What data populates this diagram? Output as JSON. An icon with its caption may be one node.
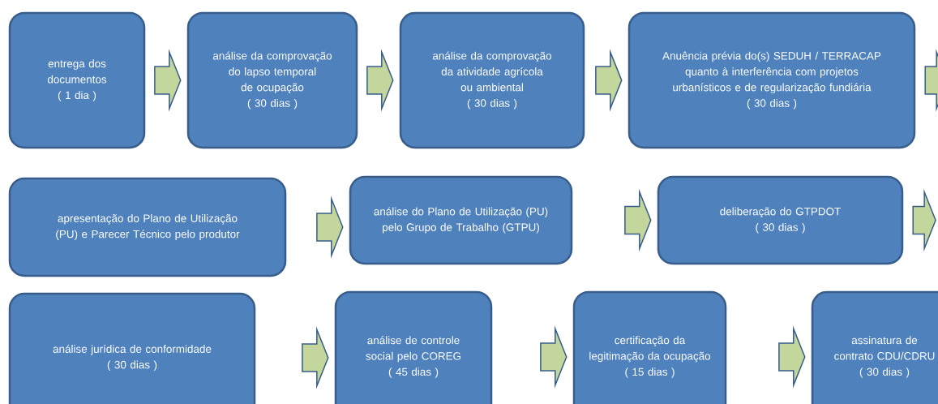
{
  "diagram": {
    "nodes": [
      {
        "text": [
          "entrega dos documentos",
          "( 1 dia )"
        ]
      },
      {
        "text": [
          "análise da comprovação do lapso temporal de ocupação",
          "( 30 dias )"
        ]
      },
      {
        "text": [
          "análise da comprovação da atividade agrícola ou ambiental",
          "( 30 dias )"
        ]
      },
      {
        "text": [
          "Anuência prévia do(s) SEDUH / TERRACAP quanto à interferência com projetos urbanísticos e de regularização fundiária",
          "( 30 dias )"
        ]
      },
      {
        "text": [
          "apresentação do Plano de Utilização (PU) e Parecer Técnico pelo produtor"
        ]
      },
      {
        "text": [
          "análise do Plano de Utilização (PU) pelo Grupo de Trabalho (GTPU)"
        ]
      },
      {
        "text": [
          "deliberação do GTPDOT",
          "( 30 dias )"
        ]
      },
      {
        "text": [
          "análise jurídica de conformidade",
          "( 30 dias )"
        ]
      },
      {
        "text": [
          "análise de controle social pelo COREG",
          "( 45 dias )"
        ]
      },
      {
        "text": [
          "certificação da legitimação da ocupação",
          "( 15 dias )"
        ]
      },
      {
        "text": [
          "assinatura de contrato CDU/CDRU",
          "( 30 dias )"
        ]
      }
    ],
    "edges": [
      {
        "from": 0,
        "to": 1,
        "arrow": "to"
      },
      {
        "from": 1,
        "to": 2,
        "arrow": "to"
      },
      {
        "from": 2,
        "to": 3,
        "arrow": "to"
      },
      {
        "from": 3,
        "to": null,
        "arrow": "to"
      },
      {
        "from": 4,
        "to": 5,
        "arrow": "to"
      },
      {
        "from": 5,
        "to": 6,
        "arrow": "to"
      },
      {
        "from": 6,
        "to": null,
        "arrow": "to"
      },
      {
        "from": 7,
        "to": 8,
        "arrow": "to"
      },
      {
        "from": 8,
        "to": 9,
        "arrow": "to"
      },
      {
        "from": 9,
        "to": 10,
        "arrow": "to"
      }
    ]
  }
}
